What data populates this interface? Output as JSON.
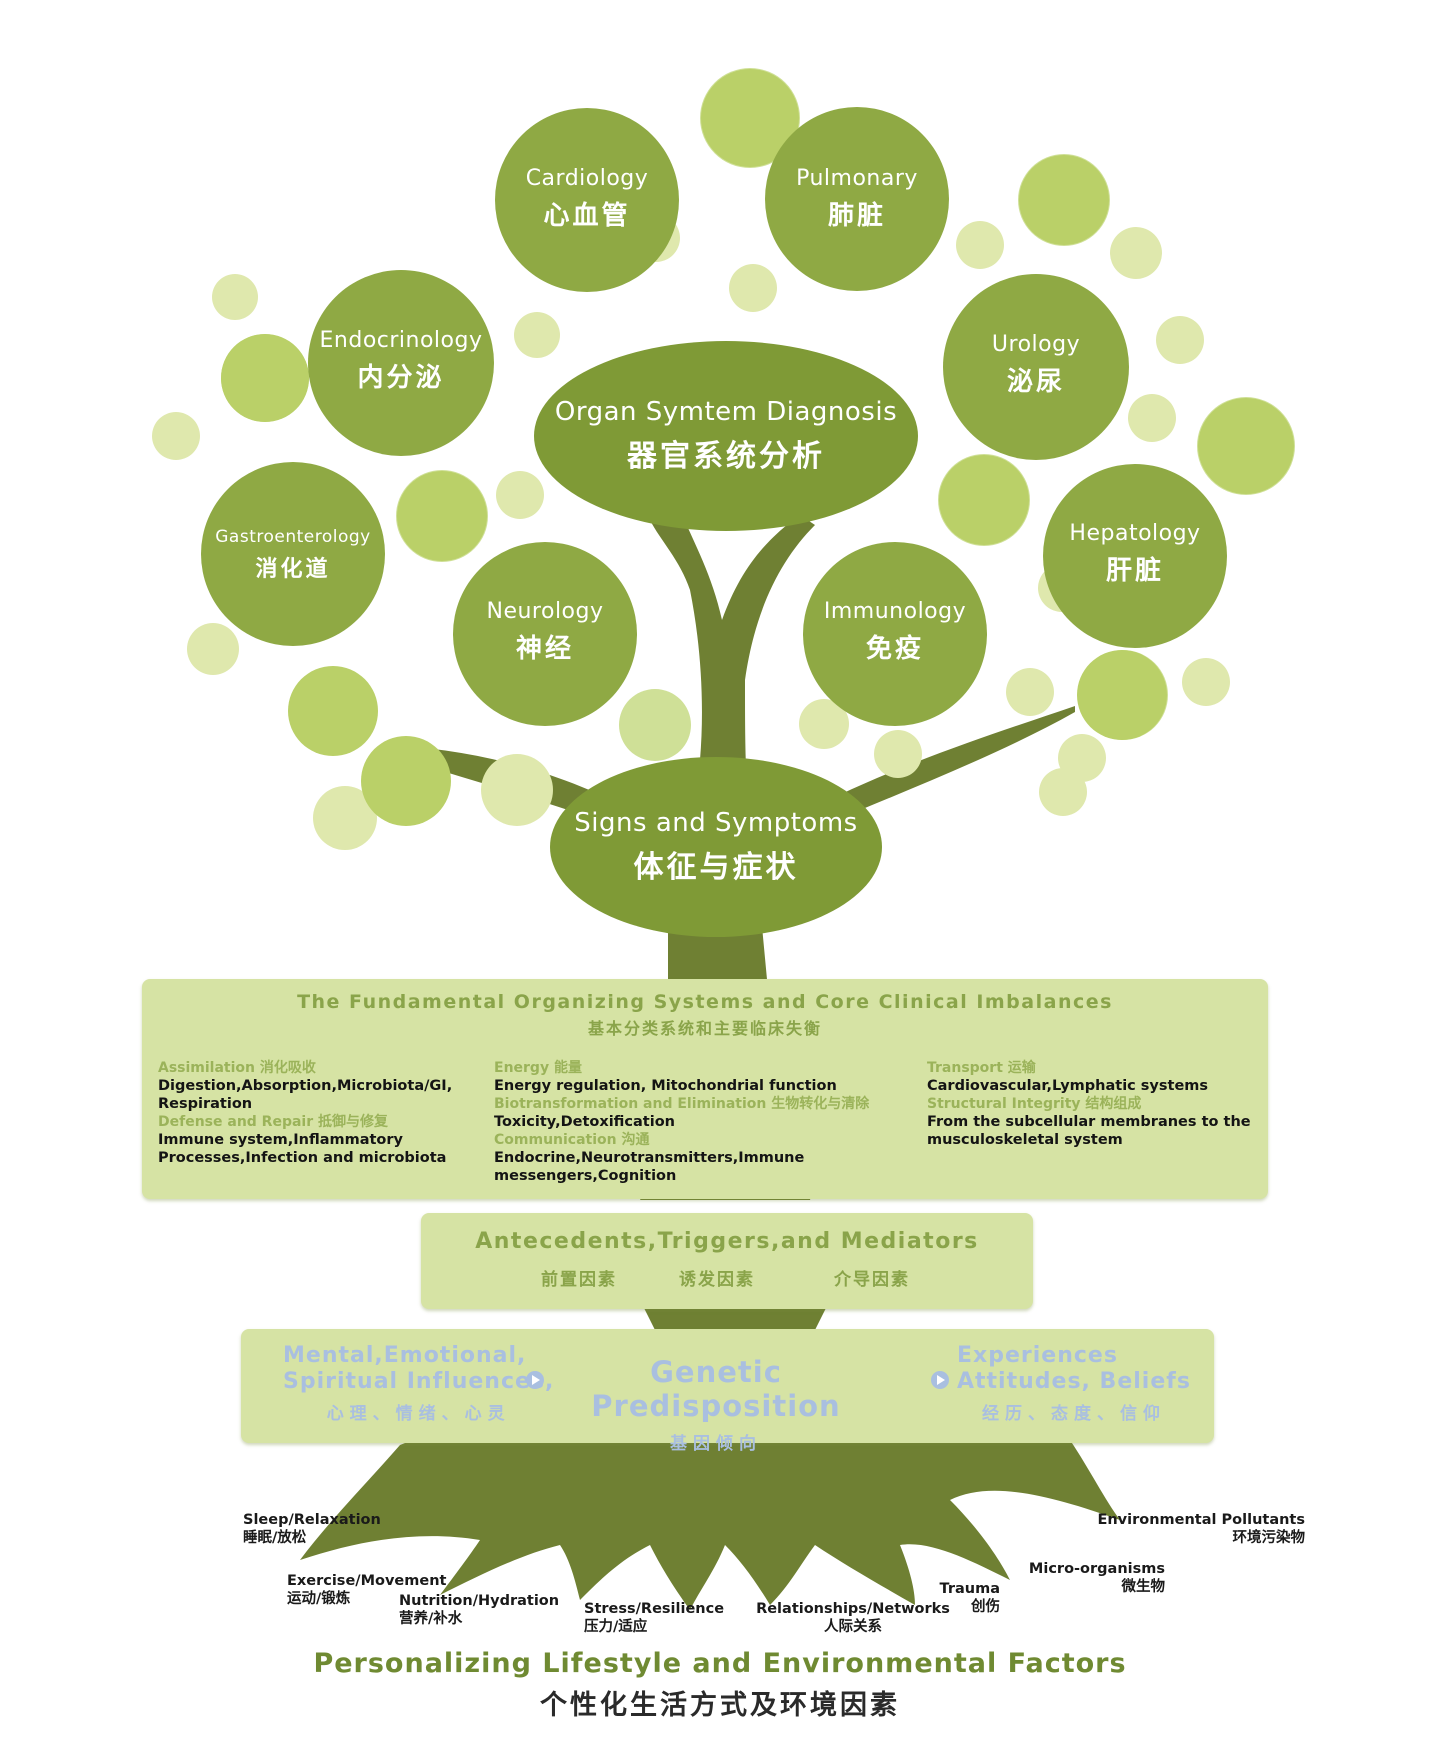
{
  "organ_systems": {
    "cardiology": {
      "en": "Cardiology",
      "zh": "心血管"
    },
    "pulmonary": {
      "en": "Pulmonary",
      "zh": "肺脏"
    },
    "endocrinology": {
      "en": "Endocrinology",
      "zh": "内分泌"
    },
    "urology": {
      "en": "Urology",
      "zh": "泌尿"
    },
    "gastroenterology": {
      "en": "Gastroenterology",
      "zh": "消化道"
    },
    "neurology": {
      "en": "Neurology",
      "zh": "神经"
    },
    "immunology": {
      "en": "Immunology",
      "zh": "免疫"
    },
    "hepatology": {
      "en": "Hepatology",
      "zh": "肝脏"
    }
  },
  "organ_diagnosis": {
    "en": "Organ Symtem Diagnosis",
    "zh": "器官系统分析"
  },
  "signs_symptoms": {
    "en": "Signs and Symptoms",
    "zh": "体征与症状"
  },
  "fundamental": {
    "title": "The Fundamental Organizing Systems and Core Clinical Imbalances",
    "subtitle": "基本分类系统和主要临床失衡",
    "assimilation": {
      "head": "Assimilation 消化吸收",
      "body": "Digestion,Absorption,Microbiota/GI, Respiration"
    },
    "defense": {
      "head": "Defense and Repair 抵御与修复",
      "body": "Immune system,Inflammatory Processes,Infection and microbiota"
    },
    "energy": {
      "head": "Energy 能量",
      "body": "Energy regulation, Mitochondrial function"
    },
    "biotransformation": {
      "head": "Biotransformation and Elimination 生物转化与清除",
      "body": "Toxicity,Detoxification"
    },
    "communication": {
      "head": "Communication 沟通",
      "body": "Endocrine,Neurotransmitters,Immune messengers,Cognition"
    },
    "transport": {
      "head": "Transport 运输",
      "body": "Cardiovascular,Lymphatic systems"
    },
    "structural": {
      "head": "Structural Integrity 结构组成",
      "body": "From the subcellular membranes to the musculoskeletal system"
    }
  },
  "antecedents": {
    "title": "Antecedents,Triggers,and Mediators",
    "zh1": "前置因素",
    "zh2": "诱发因素",
    "zh3": "介导因素"
  },
  "genetic": {
    "left_en1": "Mental,Emotional,",
    "left_en2": "Spiritual Influences,",
    "left_zh": "心理、情绪、心灵",
    "mid_en": "Genetic Predisposition",
    "mid_zh": "基因倾向",
    "right_en1": "Experiences",
    "right_en2": "Attitudes, Beliefs",
    "right_zh": "经历、态度、信仰"
  },
  "roots": {
    "sleep": {
      "en": "Sleep/Relaxation",
      "zh": "睡眠/放松"
    },
    "exercise": {
      "en": "Exercise/Movement",
      "zh": "运动/锻炼"
    },
    "nutrition": {
      "en": "Nutrition/Hydration",
      "zh": "营养/补水"
    },
    "stress": {
      "en": "Stress/Resilience",
      "zh": "压力/适应"
    },
    "relationships": {
      "en": "Relationships/Networks",
      "zh": "人际关系"
    },
    "trauma": {
      "en": "Trauma",
      "zh": "创伤"
    },
    "micro": {
      "en": "Micro-organisms",
      "zh": "微生物"
    },
    "pollutants": {
      "en": "Environmental Pollutants",
      "zh": "环境污染物"
    }
  },
  "footer": {
    "title": "Personalizing Lifestyle and Environmental Factors",
    "subtitle": "个性化生活方式及环境因素"
  },
  "colors": {
    "dark_green": "#7f9a36",
    "mid_green": "#8fa944",
    "light_green": "#d9e3a2",
    "trunk": "#6f8033",
    "panel": "#d6e3a4"
  }
}
